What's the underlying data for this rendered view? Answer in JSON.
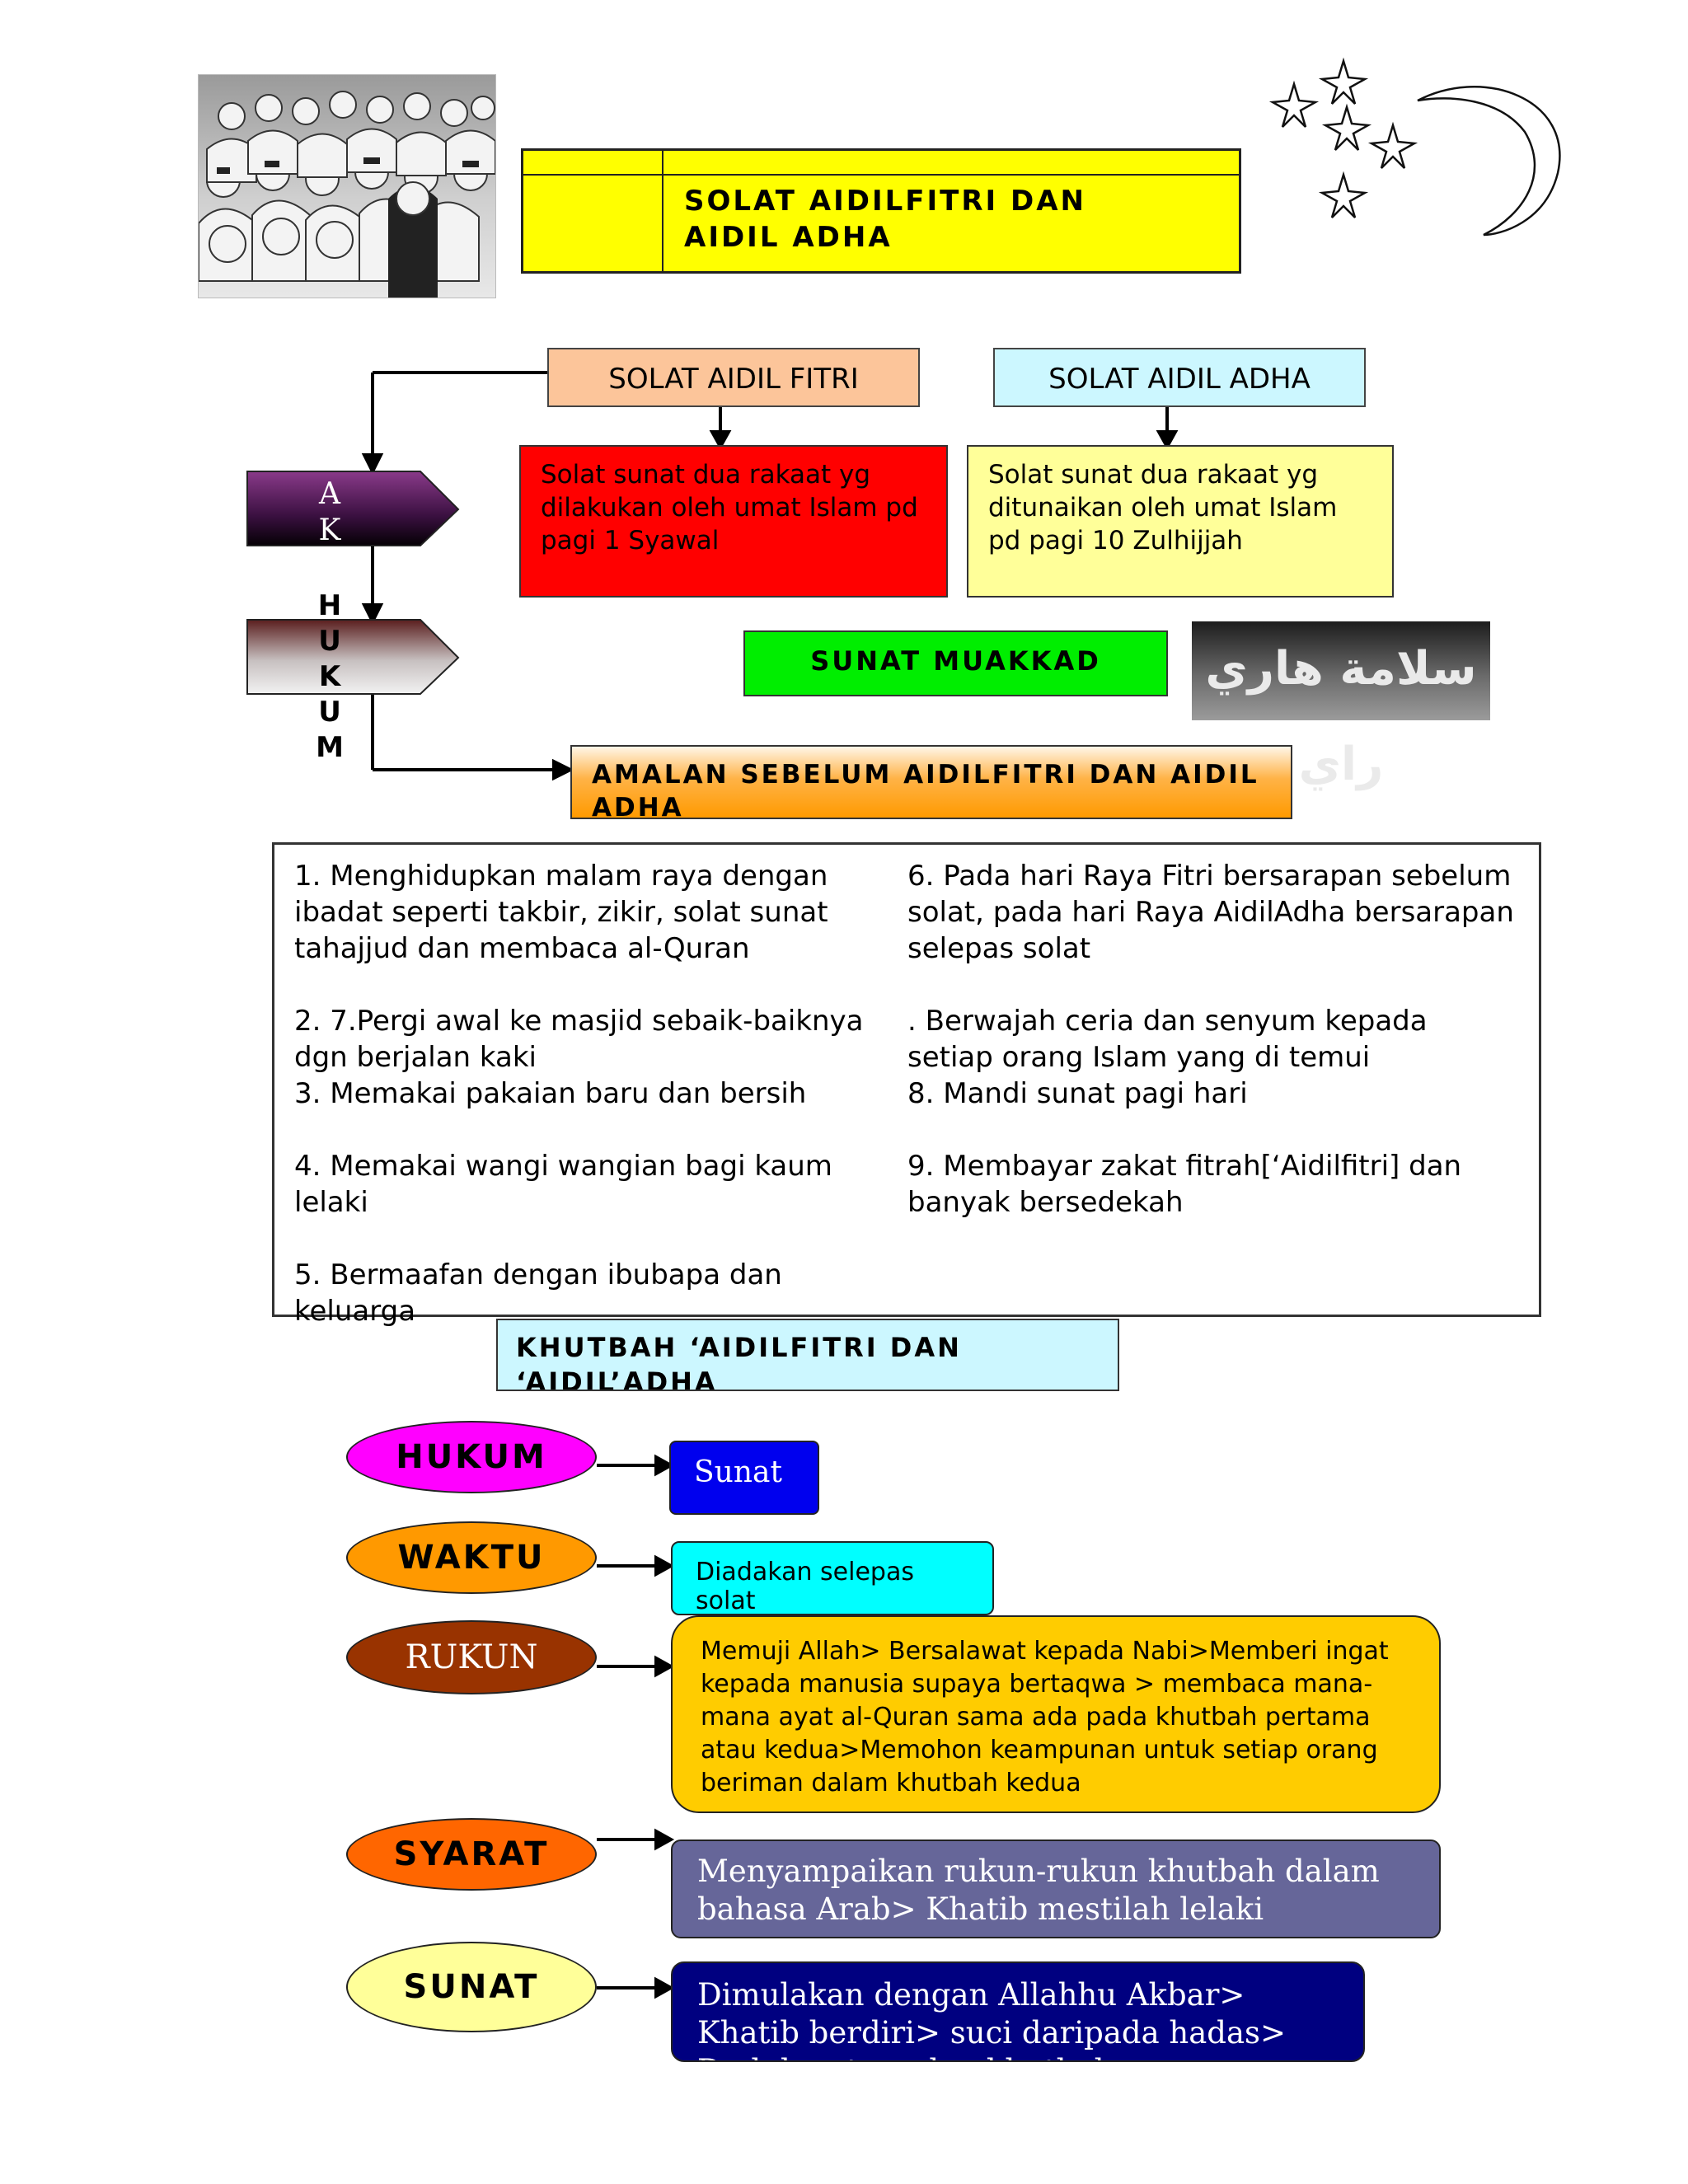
{
  "header": {
    "title": "SOLAT AIDILFITRI DAN AIDIL ADHA",
    "arabic_banner": "سلامة هاري راي"
  },
  "definitions": {
    "fitri_label": "SOLAT AIDIL FITRI",
    "fitri_text": "Solat sunat dua rakaat yg dilakukan oleh umat Islam pd pagi 1 Syawal",
    "adha_label": "SOLAT AIDIL ADHA",
    "adha_text": "Solat sunat dua rakaat yg ditunaikan oleh umat Islam pd pagi 10 Zulhijjah"
  },
  "side_labels": {
    "ak_a": "A",
    "ak_k": "K",
    "hukum_letters": [
      "H",
      "U",
      "K",
      "U",
      "M"
    ]
  },
  "hukum_value": "SUNAT MUAKKAD",
  "amalan": {
    "title": "AMALAN SEBELUM AIDILFITRI DAN AIDIL ADHA",
    "left": [
      "1. Menghidupkan malam raya dengan ibadat seperti takbir, zikir, solat sunat tahajjud dan membaca al-Quran",
      "2. 7.Pergi awal ke masjid sebaik-baiknya dgn berjalan kaki",
      "3. Memakai pakaian baru dan bersih",
      "4. Memakai wangi wangian bagi kaum lelaki",
      "5. Bermaafan dengan ibubapa dan keluarga"
    ],
    "right": [
      "6. Pada hari Raya Fitri bersarapan sebelum solat, pada hari Raya AidilAdha bersarapan selepas solat",
      ". Berwajah ceria dan senyum kepada setiap orang Islam yang di temui",
      "8. Mandi sunat pagi hari",
      "9. Membayar zakat fitrah[‘Aidilfitri] dan banyak bersedekah"
    ]
  },
  "khutbah": {
    "title": "KHUTBAH ‘AIDILFITRI DAN ‘AIDIL’ADHA",
    "rows": [
      {
        "label": "HUKUM",
        "value": "Sunat"
      },
      {
        "label": "WAKTU",
        "value": "Diadakan selepas solat"
      },
      {
        "label": "RUKUN",
        "value": "Memuji Allah> Bersalawat kepada Nabi>Memberi ingat kepada manusia supaya bertaqwa > membaca mana-mana ayat al-Quran sama ada pada khutbah pertama atau kedua>Memohon keampunan untuk setiap orang beriman dalam khutbah kedua"
      },
      {
        "label": "SYARAT",
        "value": "Menyampaikan rukun-rukun khutbah dalam bahasa Arab> Khatib mestilah lelaki"
      },
      {
        "label": "SUNAT",
        "value": "Dimulakan dengan Allahhu Akbar> Khatib berdiri> suci daripada hadas> Duduk antara dua khutbah"
      }
    ]
  },
  "colors": {
    "title_bg": "#ffff00",
    "fitri_def_bg": "#ff0000",
    "adha_def_bg": "#ffff99",
    "muakkad_bg": "#00ee00",
    "hukum_oval": "#ff00ff",
    "waktu_oval": "#ff9900",
    "rukun_oval": "#993300",
    "syarat_oval": "#ff6600",
    "sunat_oval": "#ffff99"
  },
  "icons": [
    "people-illustration",
    "star-icon",
    "crescent-moon-icon",
    "arrow-icon"
  ]
}
